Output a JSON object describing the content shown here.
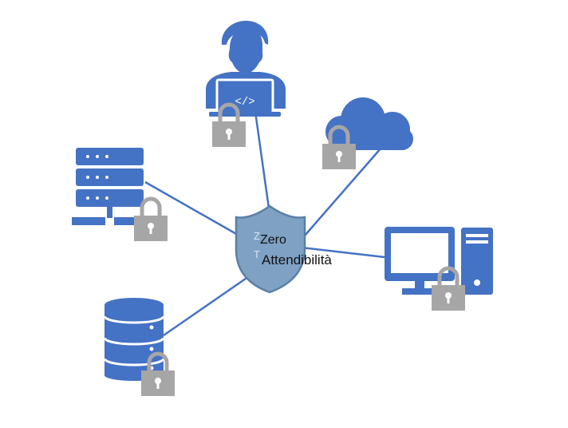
{
  "diagram": {
    "center": {
      "line1": "Zero",
      "line2": "Attendibilità",
      "monogram_top": "Z",
      "monogram_bottom": "T"
    },
    "nodes": [
      {
        "id": "developer",
        "icon": "developer-laptop-icon",
        "locked": true
      },
      {
        "id": "cloud",
        "icon": "cloud-icon",
        "locked": true
      },
      {
        "id": "server",
        "icon": "server-rack-icon",
        "locked": true
      },
      {
        "id": "desktop",
        "icon": "desktop-computer-icon",
        "locked": true
      },
      {
        "id": "database",
        "icon": "database-icon",
        "locked": true
      }
    ]
  },
  "colors": {
    "icon_blue": "#4472c4",
    "lock_gray": "#a6a6a6",
    "shield_fill": "#7ea1c4",
    "shield_stroke": "#5b7fa6",
    "connector": "#4472c4"
  }
}
